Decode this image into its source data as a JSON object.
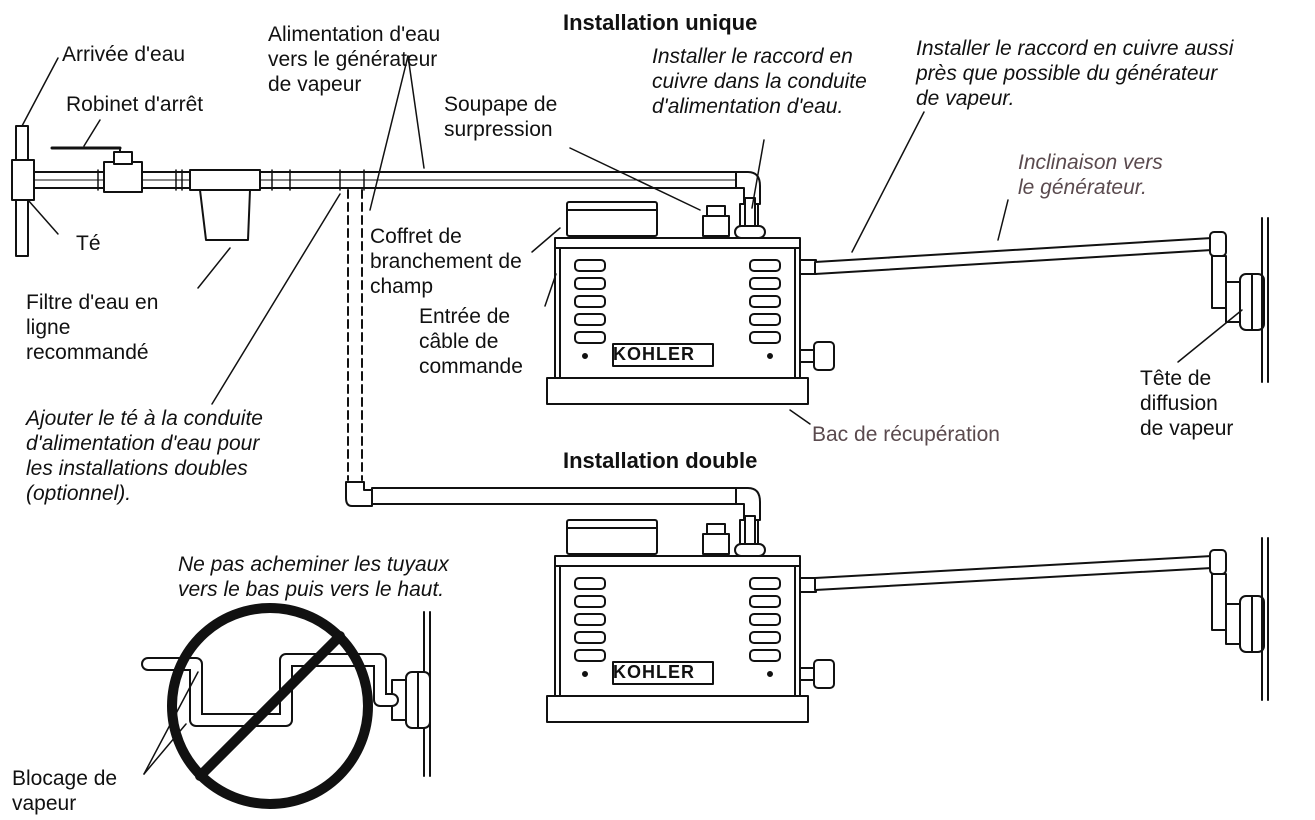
{
  "brand": "KOHLER",
  "colors": {
    "ink": "#111111",
    "muted": "#5a4a4e",
    "background": "#ffffff"
  },
  "headings": {
    "single": "Installation unique",
    "double": "Installation double"
  },
  "labels": {
    "water_inlet": "Arrivée d'eau",
    "shutoff_valve": "Robinet d'arrêt",
    "tee": "Té",
    "inline_filter": "Filtre d'eau en\nligne\nrecommandé",
    "water_supply_to_generator": "Alimentation d'eau\nvers le générateur\nde vapeur",
    "relief_valve": "Soupape de\nsurpression",
    "junction_box": "Coffret de\nbranchement de\nchamp",
    "control_cable_entry": "Entrée de\ncâble de\ncommande",
    "drain_pan": "Bac de récupération",
    "steam_head": "Tête de\ndiffusion\nde vapeur",
    "slope": "Inclinaison vers\nle générateur.",
    "steam_trap": "Blocage de\nvapeur"
  },
  "notes": {
    "install_union_supply": "Installer le raccord en\ncuivre dans la conduite\nd'alimentation d'eau.",
    "install_union_near": "Installer le raccord en cuivre aussi\nprès que possible du générateur\nde vapeur.",
    "add_tee": "Ajouter le té à la conduite\nd'alimentation d'eau pour\nles installations doubles\n(optionnel).",
    "no_down_up": "Ne pas acheminer les tuyaux\nvers le bas puis vers le haut."
  }
}
